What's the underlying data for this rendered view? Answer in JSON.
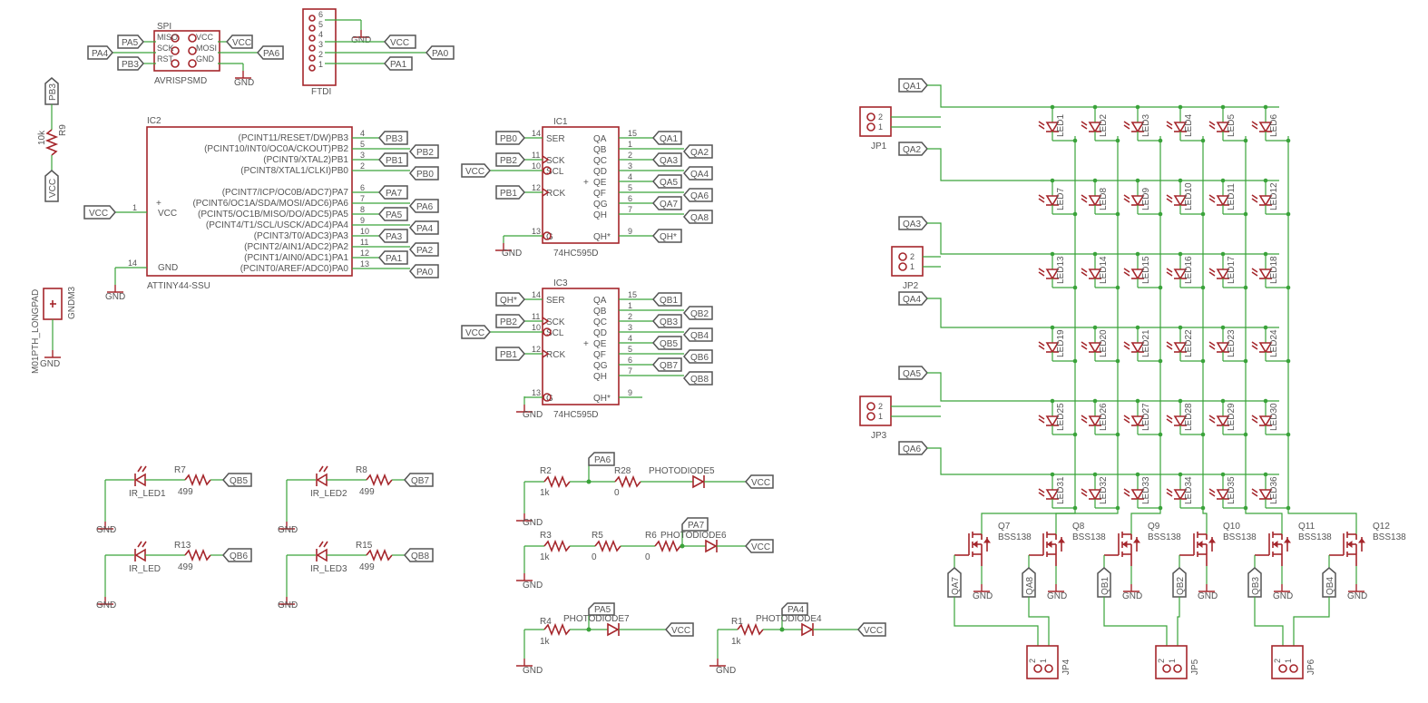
{
  "title": "",
  "parts": {
    "spi": {
      "name": "SPI",
      "value": "AVRISPSMD",
      "pins": [
        "MISO",
        "SCK",
        "RST",
        "VCC",
        "MOSI",
        "GND"
      ]
    },
    "ftdi": {
      "name": "FTDI",
      "pin_numbers": [
        "6",
        "5",
        "4",
        "3",
        "2",
        "1"
      ]
    },
    "r9": {
      "name": "R9",
      "value": "10k"
    },
    "gnd_m3": {
      "name": "GNDM3",
      "value": "M01PTH_LONGPAD"
    },
    "ic2": {
      "name": "IC2",
      "value": "ATTINY44-SSU",
      "left_pins": [
        {
          "num": "1",
          "label": "VCC"
        },
        {
          "num": "14",
          "label": "GND"
        }
      ],
      "right_pins": [
        {
          "num": "4",
          "label": "(PCINT11/RESET/DW)PB3",
          "net": "PB3"
        },
        {
          "num": "5",
          "label": "(PCINT10/INT0/OC0A/CKOUT)PB2",
          "net": "PB2"
        },
        {
          "num": "3",
          "label": "(PCINT9/XTAL2)PB1",
          "net": "PB1"
        },
        {
          "num": "2",
          "label": "(PCINT8/XTAL1/CLKI)PB0",
          "net": "PB0"
        },
        {
          "num": "6",
          "label": "(PCINT7/ICP/OC0B/ADC7)PA7",
          "net": "PA7"
        },
        {
          "num": "7",
          "label": "(PCINT6/OC1A/SDA/MOSI/ADC6)PA6",
          "net": "PA6"
        },
        {
          "num": "8",
          "label": "(PCINT5/OC1B/MISO/DO/ADC5)PA5",
          "net": "PA5"
        },
        {
          "num": "9",
          "label": "(PCINT4/T1/SCL/USCK/ADC4)PA4",
          "net": "PA4"
        },
        {
          "num": "10",
          "label": "(PCINT3/T0/ADC3)PA3",
          "net": "PA3"
        },
        {
          "num": "11",
          "label": "(PCINT2/AIN1/ADC2)PA2",
          "net": "PA2"
        },
        {
          "num": "12",
          "label": "(PCINT1/AIN0/ADC1)PA1",
          "net": "PA1"
        },
        {
          "num": "13",
          "label": "(PCINT0/AREF/ADC0)PA0",
          "net": "PA0"
        }
      ]
    },
    "ic1": {
      "name": "IC1",
      "value": "74HC595D",
      "left_pins": [
        {
          "num": "14",
          "label": "SER",
          "net": "PB0"
        },
        {
          "num": "11",
          "label": "SCK",
          "net": "PB2"
        },
        {
          "num": "10",
          "label": "SCL",
          "net": "VCC"
        },
        {
          "num": "12",
          "label": "RCK",
          "net": "PB1"
        },
        {
          "num": "13",
          "label": "G",
          "net": "GND"
        }
      ],
      "right_pins": [
        {
          "num": "15",
          "label": "QA",
          "net": "QA1"
        },
        {
          "num": "1",
          "label": "QB",
          "net": "QA2"
        },
        {
          "num": "2",
          "label": "QC",
          "net": "QA3"
        },
        {
          "num": "3",
          "label": "QD",
          "net": "QA4"
        },
        {
          "num": "4",
          "label": "QE",
          "net": "QA5"
        },
        {
          "num": "5",
          "label": "QF",
          "net": "QA6"
        },
        {
          "num": "6",
          "label": "QG",
          "net": "QA7"
        },
        {
          "num": "7",
          "label": "QH",
          "net": "QA8"
        },
        {
          "num": "9",
          "label": "QH*",
          "net": "QH*"
        }
      ]
    },
    "ic3": {
      "name": "IC3",
      "value": "74HC595D",
      "left_pins": [
        {
          "num": "14",
          "label": "SER",
          "net": "QH*"
        },
        {
          "num": "11",
          "label": "SCK",
          "net": "PB2"
        },
        {
          "num": "10",
          "label": "SCL",
          "net": "VCC"
        },
        {
          "num": "12",
          "label": "RCK",
          "net": "PB1"
        },
        {
          "num": "13",
          "label": "G",
          "net": "GND"
        }
      ],
      "right_pins": [
        {
          "num": "15",
          "label": "QA",
          "net": "QB1"
        },
        {
          "num": "1",
          "label": "QB",
          "net": "QB2"
        },
        {
          "num": "2",
          "label": "QC",
          "net": "QB3"
        },
        {
          "num": "3",
          "label": "QD",
          "net": "QB4"
        },
        {
          "num": "4",
          "label": "QE",
          "net": "QB5"
        },
        {
          "num": "5",
          "label": "QF",
          "net": "QB6"
        },
        {
          "num": "6",
          "label": "QG",
          "net": "QB7"
        },
        {
          "num": "7",
          "label": "QH",
          "net": "QB8"
        },
        {
          "num": "9",
          "label": "QH*",
          "net": ""
        }
      ]
    },
    "ir_leds": [
      {
        "led": "IR_LED1",
        "res": "R7",
        "value": "499",
        "net": "QB5"
      },
      {
        "led": "IR_LED2",
        "res": "R8",
        "value": "499",
        "net": "QB7"
      },
      {
        "led": "IR_LED",
        "res": "R13",
        "value": "499",
        "net": "QB6"
      },
      {
        "led": "IR_LED3",
        "res": "R15",
        "value": "499",
        "net": "QB8"
      }
    ],
    "photo": {
      "r2": {
        "name": "R2",
        "value": "1k"
      },
      "r28": {
        "name": "R28",
        "value": "0"
      },
      "r3": {
        "name": "R3",
        "value": "1k"
      },
      "r5": {
        "name": "R5",
        "value": "0"
      },
      "r6": {
        "name": "R6",
        "value": "0"
      },
      "r4": {
        "name": "R4",
        "value": "1k"
      },
      "r1": {
        "name": "R1",
        "value": "1k"
      },
      "pd5": "PHOTODIODE5",
      "pd6": "PHOTODIODE6",
      "pd7": "PHOTODIODE7",
      "pd4": "PHOTODIODE4",
      "nets": {
        "pa6": "PA6",
        "pa7": "PA7",
        "pa5": "PA5",
        "pa4": "PA4"
      }
    },
    "matrix": {
      "row_nets": [
        "QA1",
        "QA2",
        "QA3",
        "QA4",
        "QA5",
        "QA6"
      ],
      "headers": [
        {
          "name": "JP1",
          "pins": [
            "2",
            "1"
          ]
        },
        {
          "name": "JP2",
          "pins": [
            "2",
            "1"
          ]
        },
        {
          "name": "JP3",
          "pins": [
            "2",
            "1"
          ]
        }
      ],
      "led_prefix": "LED",
      "mosfets": [
        {
          "name": "Q7",
          "value": "BSS138",
          "net": "QA7"
        },
        {
          "name": "Q8",
          "value": "BSS138",
          "net": "QA8"
        },
        {
          "name": "Q9",
          "value": "BSS138",
          "net": "QB1"
        },
        {
          "name": "Q10",
          "value": "BSS138",
          "net": "QB2"
        },
        {
          "name": "Q11",
          "value": "BSS138",
          "net": "QB3"
        },
        {
          "name": "Q12",
          "value": "BSS138",
          "net": "QB4"
        }
      ],
      "bottom_headers": [
        {
          "name": "JP4",
          "pins": [
            "2",
            "1"
          ]
        },
        {
          "name": "JP5",
          "pins": [
            "2",
            "1"
          ]
        },
        {
          "name": "JP6",
          "pins": [
            "2",
            "1"
          ]
        }
      ]
    }
  },
  "net_names": {
    "vcc": "VCC",
    "gnd": "GND",
    "pa5": "PA5",
    "pa4": "PA4",
    "pb3": "PB3",
    "pa6": "PA6",
    "pa0": "PA0",
    "pa1": "PA1"
  },
  "colors": {
    "wire": "#3aa33a",
    "symbol": "#a5262b",
    "label": "#555555"
  }
}
